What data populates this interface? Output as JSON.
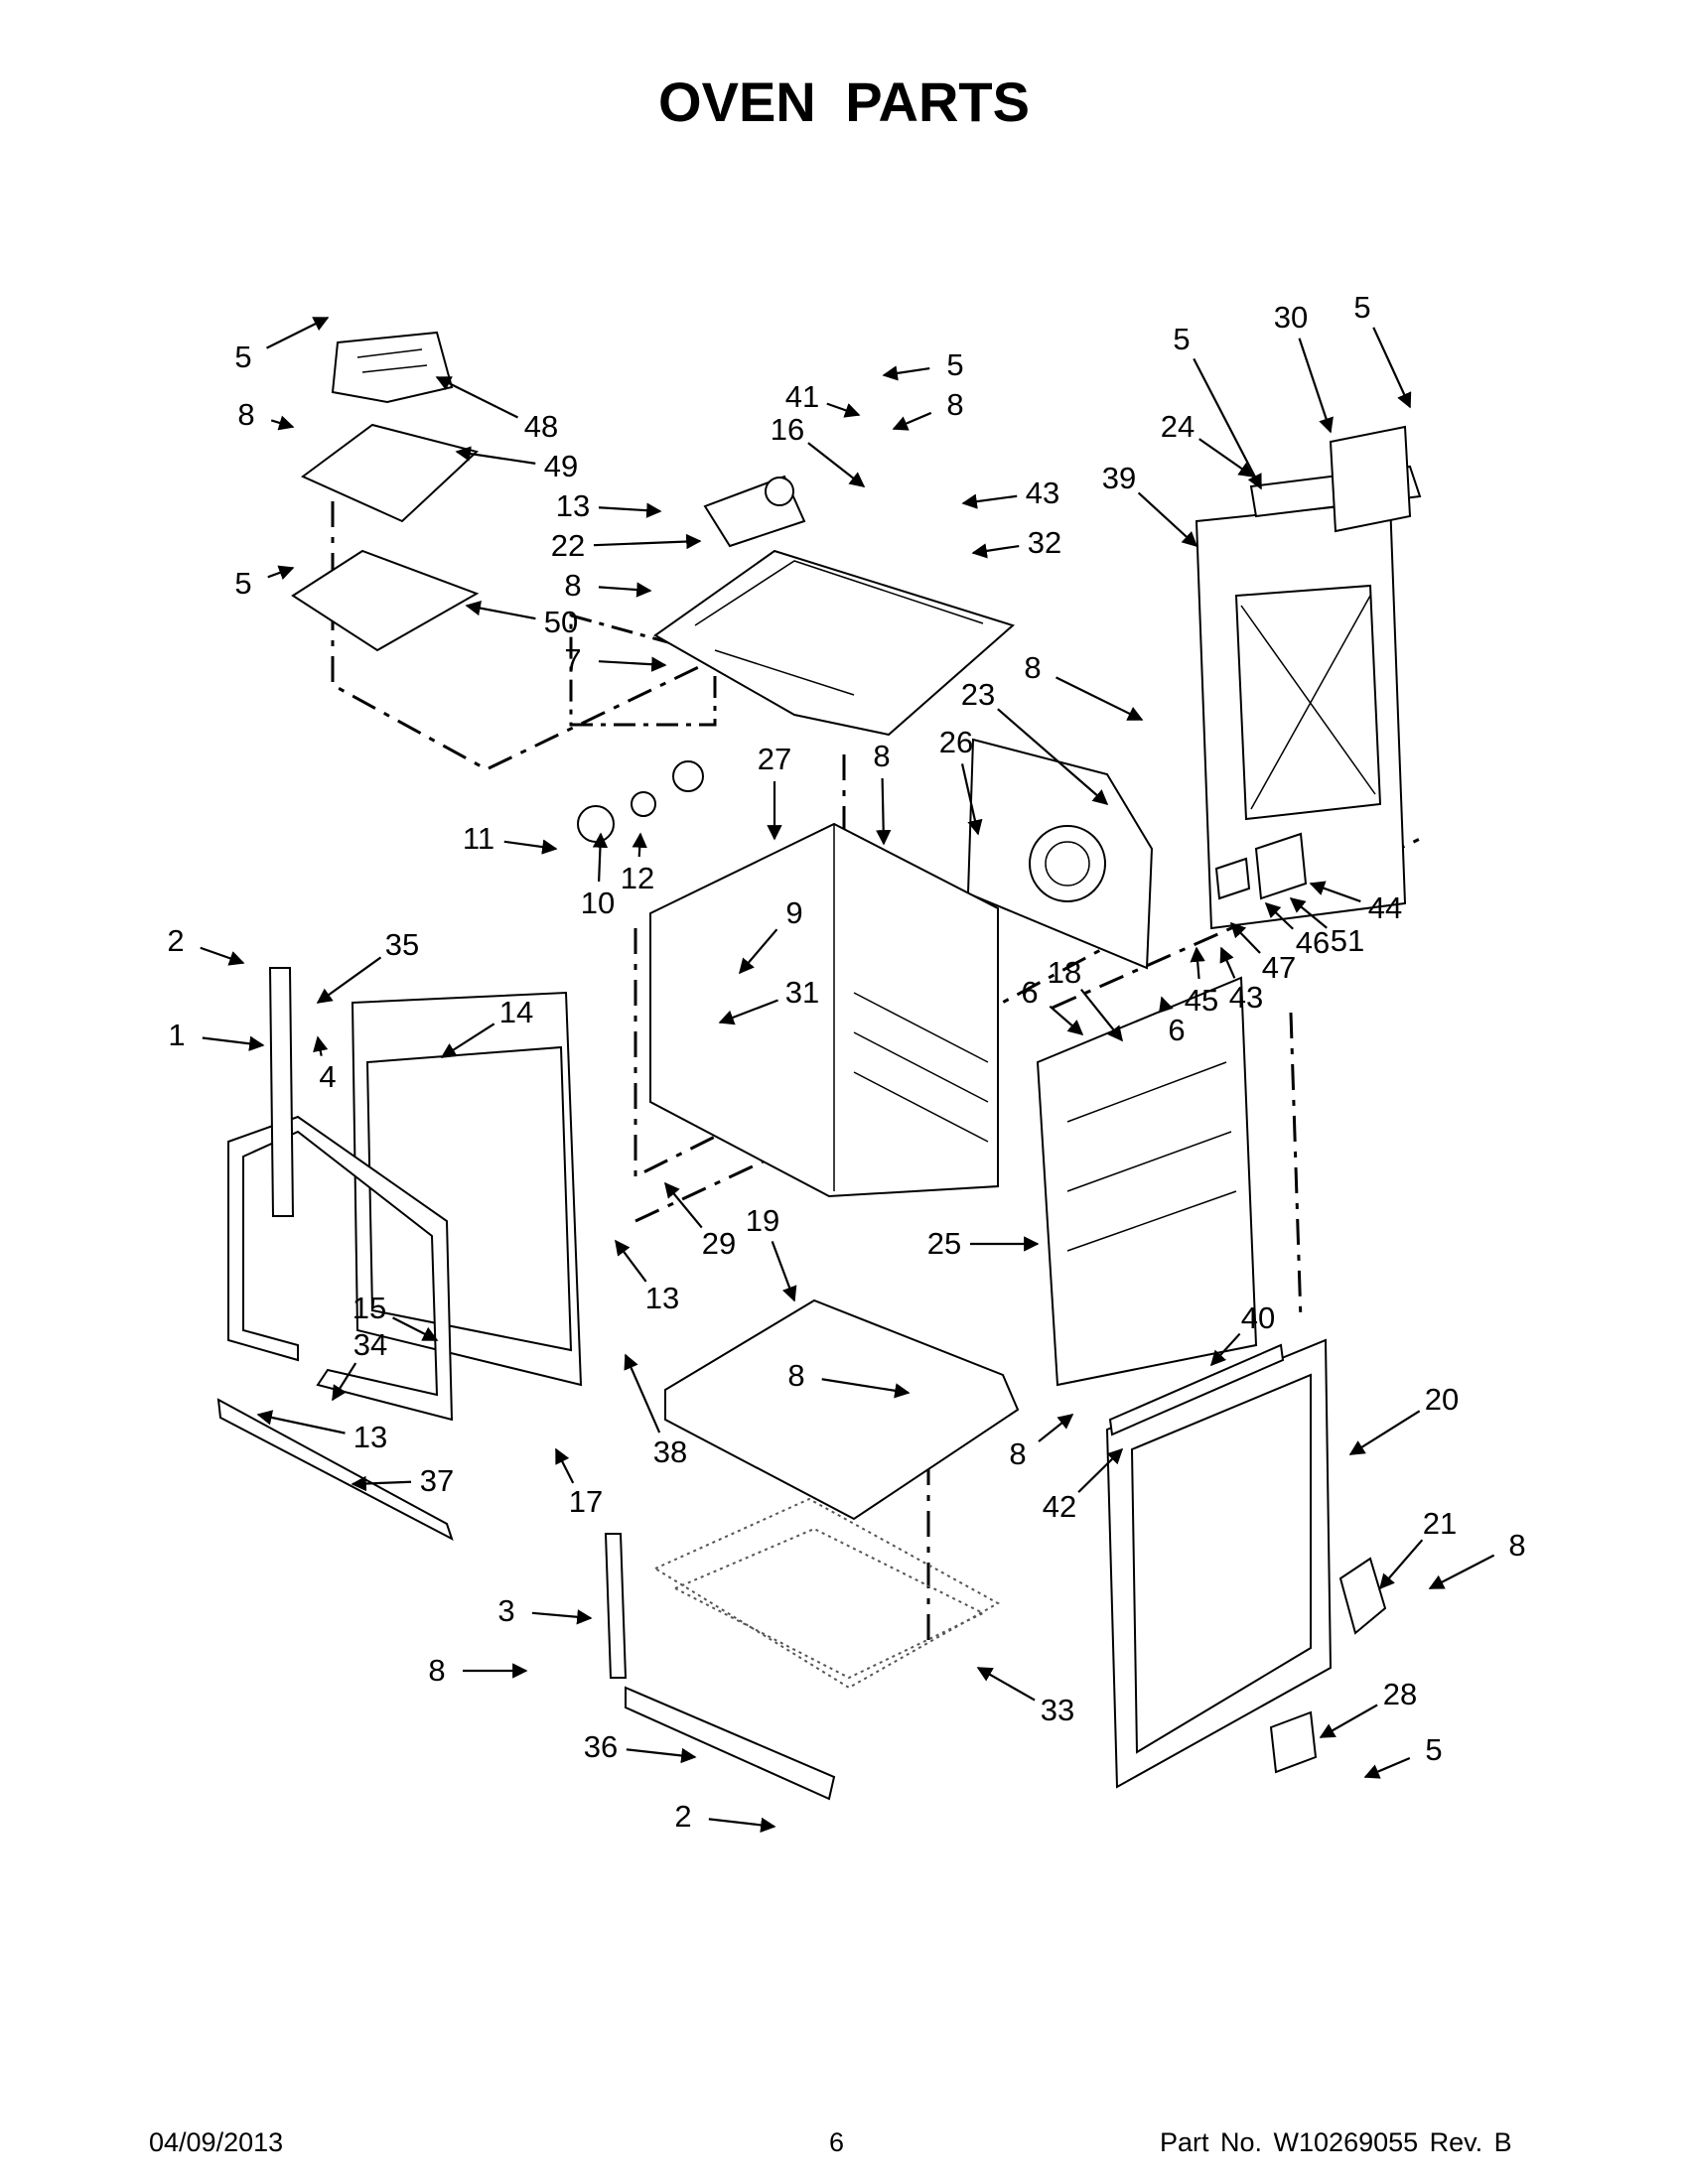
{
  "title": "OVEN PARTS",
  "footer": {
    "date": "04/09/2013",
    "page": "6",
    "part_number": "Part No. W10269055  Rev. B"
  },
  "callouts": [
    "5",
    "48",
    "49",
    "5",
    "8",
    "50",
    "41",
    "5",
    "8",
    "16",
    "13",
    "22",
    "8",
    "7",
    "43",
    "32",
    "30",
    "5",
    "5",
    "24",
    "39",
    "8",
    "23",
    "26",
    "8",
    "11",
    "10",
    "12",
    "27",
    "9",
    "31",
    "2",
    "35",
    "1",
    "4",
    "14",
    "44",
    "51",
    "46",
    "47",
    "43",
    "45",
    "6",
    "6",
    "18",
    "25",
    "29",
    "13",
    "19",
    "8",
    "15",
    "34",
    "13",
    "37",
    "17",
    "38",
    "40",
    "20",
    "8",
    "42",
    "21",
    "8",
    "3",
    "8",
    "33",
    "28",
    "5",
    "36",
    "2"
  ]
}
